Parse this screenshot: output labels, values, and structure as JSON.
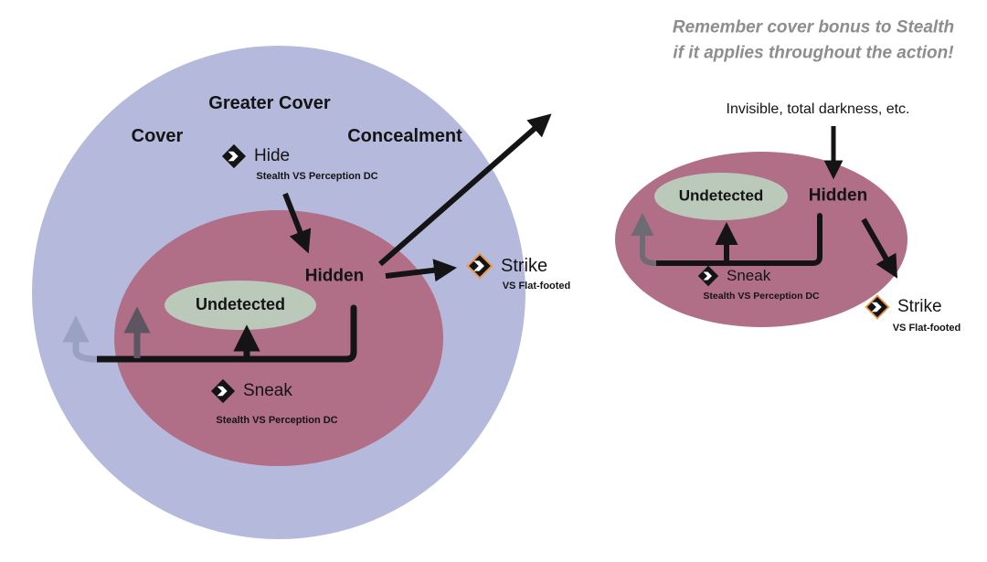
{
  "colors": {
    "outer_circle": "#b5badc",
    "inner_ellipse": "#b06f86",
    "undetected_ellipse": "#bac9ba",
    "arrow": "#141414",
    "faded_arrow_light": "#99a1c4",
    "faded_arrow_mid": "#5d5662",
    "strike_icon_outline": "#e79a52",
    "note_text": "#8d8d8d"
  },
  "left_diagram": {
    "zones": {
      "greater_cover": "Greater Cover",
      "cover": "Cover",
      "concealment": "Concealment"
    },
    "hide_action": {
      "label": "Hide",
      "subtitle": "Stealth VS Perception DC"
    },
    "hidden_label": "Hidden",
    "undetected_label": "Undetected",
    "sneak_action": {
      "label": "Sneak",
      "subtitle": "Stealth VS Perception DC"
    },
    "strike_action": {
      "label": "Strike",
      "subtitle": "VS Flat-footed"
    }
  },
  "right_diagram": {
    "note_line1": "Remember cover bonus to Stealth",
    "note_line2": "if it applies throughout the action!",
    "invisible_label": "Invisible, total darkness, etc.",
    "hidden_label": "Hidden",
    "undetected_label": "Undetected",
    "sneak_action": {
      "label": "Sneak",
      "subtitle": "Stealth VS Perception DC"
    },
    "strike_action": {
      "label": "Strike",
      "subtitle": "VS Flat-footed"
    }
  }
}
